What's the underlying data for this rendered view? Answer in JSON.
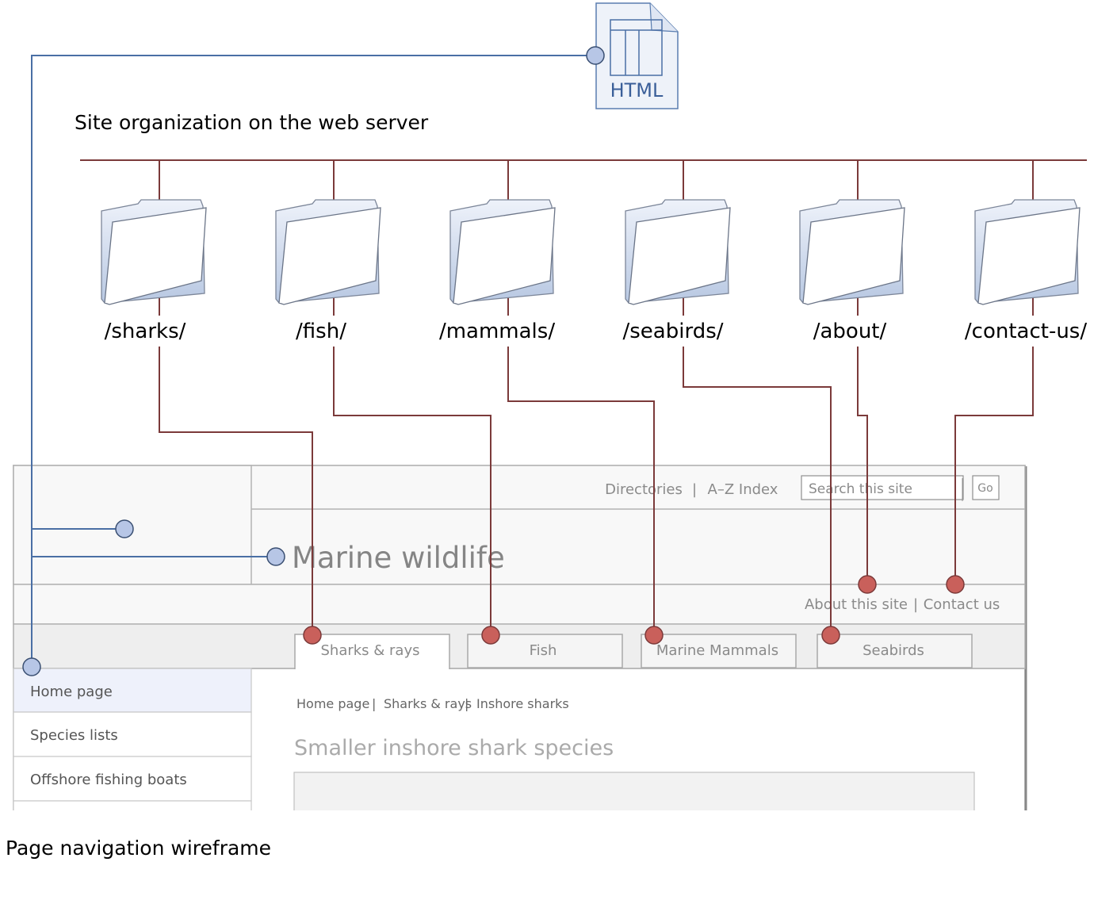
{
  "html_icon": {
    "label": "HTML"
  },
  "server_title": "Site organization on the web server",
  "folders": [
    {
      "name": "/sharks/"
    },
    {
      "name": "/fish/"
    },
    {
      "name": "/mammals/"
    },
    {
      "name": "/seabirds/"
    },
    {
      "name": "/about/"
    },
    {
      "name": "/contact-us/"
    }
  ],
  "wireframe": {
    "utility_links": [
      "Directories",
      "A–Z Index"
    ],
    "search": {
      "placeholder": "Search this site",
      "button": "Go"
    },
    "site_title": "Marine wildlife",
    "secondary_links": [
      "About this site",
      "Contact us"
    ],
    "tabs": [
      "Sharks & rays",
      "Fish",
      "Marine Mammals",
      "Seabirds"
    ],
    "sidebar": [
      "Home page",
      "Species lists",
      "Offshore fishing boats"
    ],
    "breadcrumb": [
      "Home page",
      "Sharks & rays",
      "Inshore sharks"
    ],
    "page_heading": "Smaller inshore shark species"
  },
  "wireframe_caption": "Page navigation wireframe",
  "colors": {
    "connector_red": "#7b3a3a",
    "connector_blue": "#4a6fa5",
    "node_red": "#c9605b",
    "node_blue": "#b7c6e6",
    "html_text": "#3b5f99"
  }
}
